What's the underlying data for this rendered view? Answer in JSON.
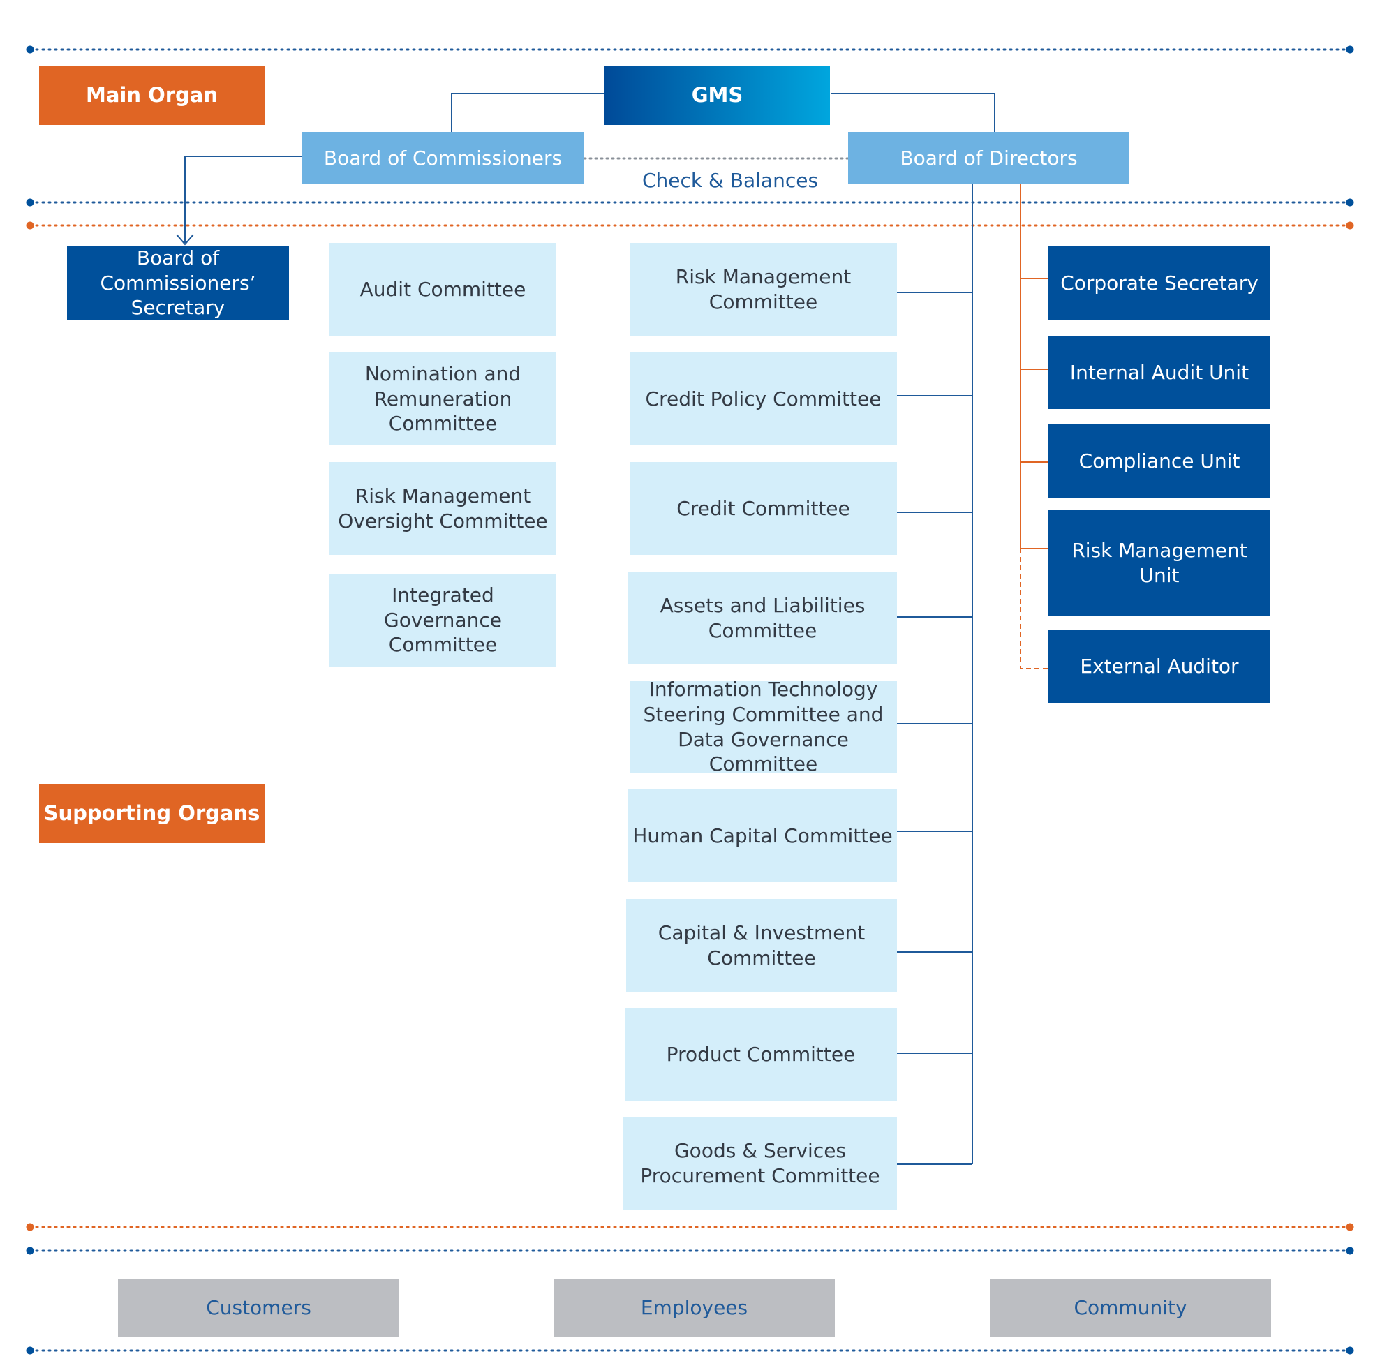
{
  "labels": {
    "main_organ": "Main Organ",
    "supporting_organs": "Supporting Organs",
    "check_balances": "Check & Balances"
  },
  "main": {
    "gms": "GMS",
    "board_of_commissioners": "Board of Commissioners",
    "board_of_directors": "Board of Directors"
  },
  "commissioners_secretary": "Board of Commissioners’ Secretary",
  "commissioner_committees": [
    "Audit Committee",
    "Nomination and Remuneration Committee",
    "Risk Management Oversight Committee",
    "Integrated Governance Committee"
  ],
  "director_committees": [
    "Risk Management Committee",
    "Credit Policy Committee",
    "Credit Committee",
    "Assets and Liabilities Committee",
    "Information Technology Steering Committee and Data Governance Committee",
    "Human Capital Committee",
    "Capital & Investment Committee",
    "Product Committee",
    "Goods & Services Procurement Committee"
  ],
  "director_units": [
    "Corporate Secretary",
    "Internal Audit Unit",
    "Compliance Unit",
    "Risk Management Unit",
    "External Auditor"
  ],
  "stakeholders": [
    "Customers",
    "Employees",
    "Community"
  ],
  "colors": {
    "orange": "#e06524",
    "dark_blue": "#00509b",
    "light_blue": "#6db2e2",
    "pale_blue": "#d4eefa",
    "grey": "#bcbec2",
    "line_blue": "#1f5a9a"
  }
}
